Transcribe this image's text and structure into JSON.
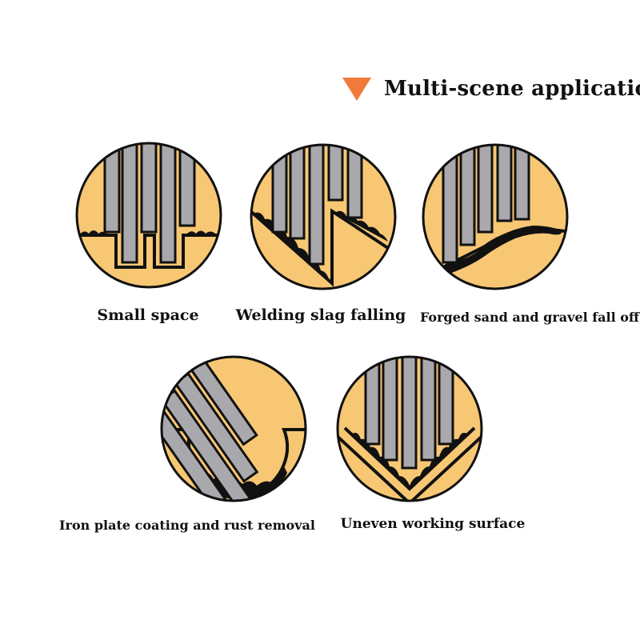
{
  "header": {
    "title": "Multi-scene application",
    "marker_icon": "triangle-down-icon",
    "accent_color": "#f07a3a"
  },
  "colors": {
    "circle_fill": "#f7c774",
    "outline": "#111111",
    "bristle_fill": "#a9a9ad"
  },
  "scenes": [
    {
      "id": "small-space",
      "label": "Small space"
    },
    {
      "id": "welding-slag",
      "label": "Welding slag falling"
    },
    {
      "id": "forged-sand",
      "label": "Forged sand and gravel fall off"
    },
    {
      "id": "iron-plate",
      "label": "Iron plate coating and rust removal"
    },
    {
      "id": "uneven-surface",
      "label": "Uneven working surface"
    }
  ]
}
